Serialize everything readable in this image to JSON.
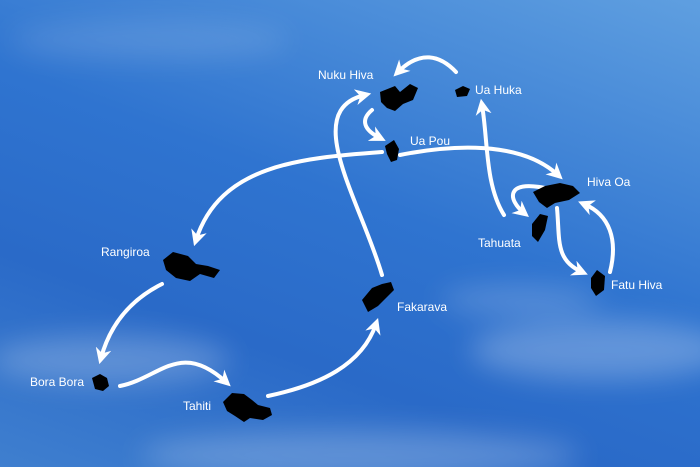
{
  "map": {
    "islands": [
      {
        "id": "nuku-hiva",
        "name": "Nuku Hiva"
      },
      {
        "id": "ua-huka",
        "name": "Ua Huka"
      },
      {
        "id": "ua-pou",
        "name": "Ua Pou"
      },
      {
        "id": "hiva-oa",
        "name": "Hiva Oa"
      },
      {
        "id": "tahuata",
        "name": "Tahuata"
      },
      {
        "id": "fatu-hiva",
        "name": "Fatu Hiva"
      },
      {
        "id": "rangiroa",
        "name": "Rangiroa"
      },
      {
        "id": "fakarava",
        "name": "Fakarava"
      },
      {
        "id": "bora-bora",
        "name": "Bora Bora"
      },
      {
        "id": "tahiti",
        "name": "Tahiti"
      }
    ],
    "colors": {
      "sky_top": "#5f9fe0",
      "sky_bottom": "#2a6ac8",
      "island": "#000000",
      "route": "#ffffff",
      "label": "#ffffff"
    }
  }
}
